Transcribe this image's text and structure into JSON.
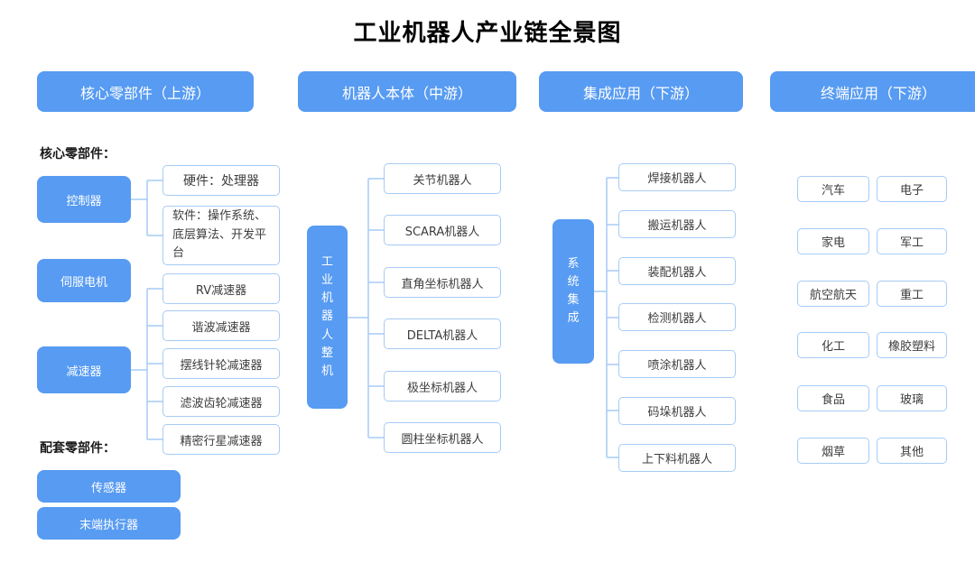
{
  "title": "工业机器人产业链全景图",
  "headers": [
    {
      "label": "核心零部件（上游）"
    },
    {
      "label": "机器人本体（中游）"
    },
    {
      "label": "集成应用（下游）"
    },
    {
      "label": "终端应用（下游）"
    }
  ],
  "column1": {
    "section1_label": "核心零部件：",
    "section2_label": "配套零部件：",
    "core_nodes": [
      "控制器",
      "伺服电机",
      "减速器"
    ],
    "controller_children": [
      "硬件：处理器",
      "软件：操作系统、底层算法、开发平台"
    ],
    "reducer_children": [
      "RV减速器",
      "谐波减速器",
      "摆线针轮减速器",
      "滤波齿轮减速器",
      "精密行星减速器"
    ],
    "support_nodes": [
      "传感器",
      "末端执行器"
    ]
  },
  "column2": {
    "root": "工业机器人整机",
    "children": [
      "关节机器人",
      "SCARA机器人",
      "直角坐标机器人",
      "DELTA机器人",
      "极坐标机器人",
      "圆柱坐标机器人"
    ]
  },
  "column3": {
    "root": "系统集成",
    "children": [
      "焊接机器人",
      "搬运机器人",
      "装配机器人",
      "检测机器人",
      "喷涂机器人",
      "码垛机器人",
      "上下料机器人"
    ]
  },
  "column4": {
    "industries": [
      "汽车",
      "电子",
      "家电",
      "军工",
      "航空航天",
      "重工",
      "化工",
      "橡胶塑料",
      "食品",
      "玻璃",
      "烟草",
      "其他"
    ]
  },
  "colors": {
    "accent_blue": "#579BF2",
    "line_blue": "#A6CBF5",
    "node_text": "#3d3d3d"
  }
}
